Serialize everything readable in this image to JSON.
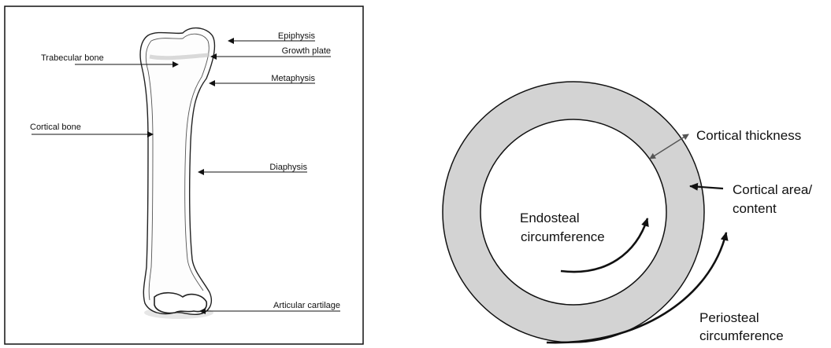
{
  "bone_panel": {
    "labels": {
      "epiphysis": "Epiphysis",
      "trabecular_bone": "Trabecular bone",
      "growth_plate": "Growth plate",
      "metaphysis": "Metaphysis",
      "cortical_bone": "Cortical bone",
      "diaphysis": "Diaphysis",
      "articular_cartilage": "Articular cartilage"
    }
  },
  "cross_section_panel": {
    "labels": {
      "cortical_thickness": "Cortical thickness",
      "cortical_area_line1": "Cortical area/",
      "cortical_area_line2": "content",
      "endosteal_line1": "Endosteal",
      "endosteal_line2": "circumference",
      "periosteal_line1": "Periosteal",
      "periosteal_line2": "circumference"
    },
    "colors": {
      "cortex_fill": "#d3d3d3",
      "outline": "#111111",
      "background": "#ffffff"
    }
  }
}
